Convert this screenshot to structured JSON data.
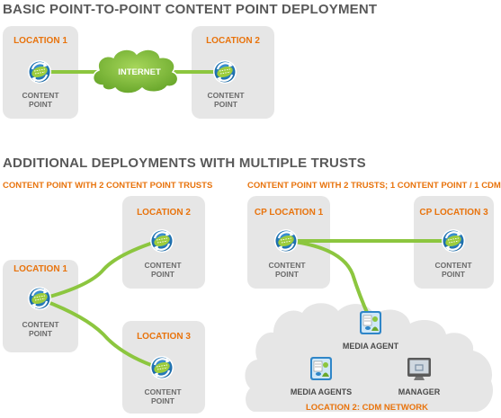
{
  "headings": {
    "basic": "BASIC POINT-TO-POINT CONTENT POINT DEPLOYMENT",
    "additional": "ADDITIONAL DEPLOYMENTS WITH MULTIPLE TRUSTS"
  },
  "subheadings": {
    "left": "CONTENT POINT WITH 2 CONTENT POINT TRUSTS",
    "right": "CONTENT POINT WITH 2 TRUSTS; 1 CONTENT POINT / 1 CDM"
  },
  "basic": {
    "location_1": "LOCATION 1",
    "location_2": "LOCATION 2",
    "internet": "INTERNET",
    "content_point_line1": "CONTENT",
    "content_point_line2": "POINT"
  },
  "left_diagram": {
    "location_1": "LOCATION 1",
    "location_2": "LOCATION 2",
    "location_3": "LOCATION 3",
    "content_point_line1": "CONTENT",
    "content_point_line2": "POINT"
  },
  "right_diagram": {
    "cp_location_1": "CP LOCATION 1",
    "cp_location_3": "CP LOCATION 3",
    "content_point_line1": "CONTENT",
    "content_point_line2": "POINT",
    "media_agent": "MEDIA AGENT",
    "media_agents": "MEDIA AGENTS",
    "manager": "MANAGER",
    "cdm_network": "LOCATION 2: CDM NETWORK"
  },
  "colors": {
    "accent_orange": "#e8730c",
    "link_green": "#8cc63f",
    "box_gray": "#e6e6e6",
    "icon_blue": "#1a78c2"
  },
  "icons": [
    "content-point-icon",
    "internet-cloud-icon",
    "media-agent-icon",
    "manager-monitor-icon"
  ]
}
